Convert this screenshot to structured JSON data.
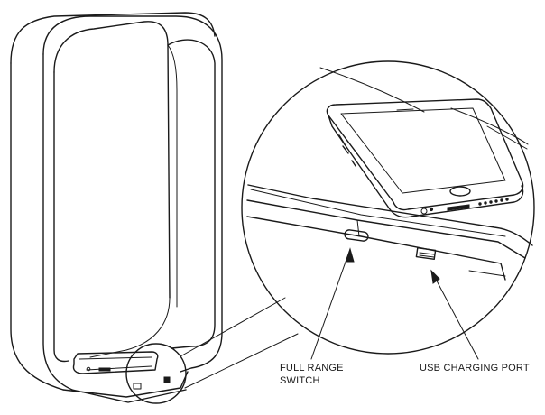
{
  "callouts": {
    "switch": {
      "line1": "FULL RANGE",
      "line2": "SWITCH"
    },
    "usb": {
      "label": "USB CHARGING PORT"
    }
  },
  "colors": {
    "line": "#1a1a1a",
    "background": "#ffffff"
  },
  "icons": [
    "device-outline",
    "magnifier-circle",
    "phone-illustration",
    "arrow-icon"
  ]
}
